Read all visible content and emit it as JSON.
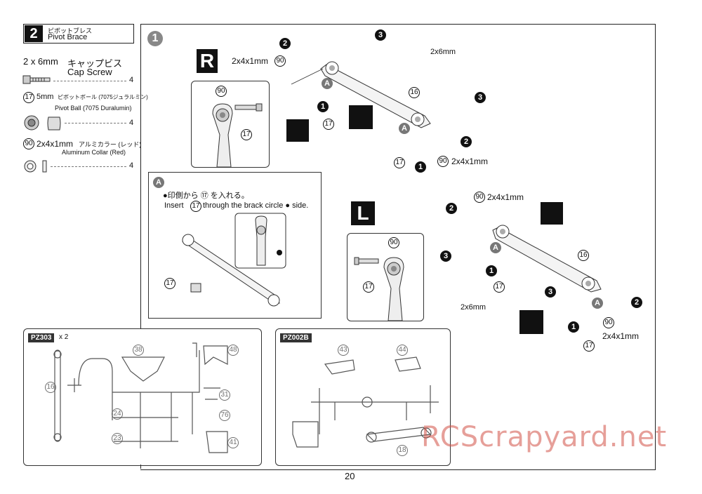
{
  "step": {
    "number": "2",
    "title_jp": "ピボットブレス",
    "title_en": "Pivot Brace"
  },
  "parts": [
    {
      "size": "2 x 6mm",
      "name_jp": "キャップビス",
      "name_en": "Cap Screw",
      "qty": "4"
    },
    {
      "ref": "17",
      "size": "5mm",
      "name_jp": "ピボットボール (7075ジュラルミン)",
      "name_en": "Pivot Ball (7075 Duralumin)",
      "qty": "4"
    },
    {
      "ref": "90",
      "size": "2x4x1mm",
      "name_jp": "アルミカラー (レッド)",
      "name_en": "Aluminum Collar (Red)",
      "qty": "4"
    }
  ],
  "section_number": "1",
  "right_side": {
    "label": "R",
    "collar_label": "2x4x1mm",
    "collar_ref": "90",
    "screw_label": "2x6mm",
    "brace_ref": "16",
    "ball_ref": "17",
    "step1": "1",
    "step2": "2",
    "step3": "3",
    "mark_a": "A"
  },
  "detail_a": {
    "mark": "A",
    "text_jp": "●印側から ⑰ を入れる。",
    "text_en_1": "Insert",
    "text_en_ref": "17",
    "text_en_2": "through the brack circle ● side.",
    "ball_ref": "17"
  },
  "left_side": {
    "label": "L",
    "collar_label": "2x4x1mm",
    "collar_ref": "90",
    "screw_label": "2x6mm",
    "brace_ref": "16",
    "ball_ref": "17",
    "step1": "1",
    "step2": "2",
    "step3": "3",
    "mark_a": "A"
  },
  "order_icon": {
    "a": "①",
    "b": "②",
    "c": "③"
  },
  "runners": [
    {
      "code": "PZ303",
      "multiplier": "x 2",
      "refs": [
        "16",
        "38",
        "48",
        "24",
        "31",
        "76",
        "23",
        "41"
      ]
    },
    {
      "code": "PZ002B",
      "refs": [
        "43",
        "44",
        "18"
      ]
    }
  ],
  "page_number": "20",
  "watermark": "RCScrapyard.net"
}
